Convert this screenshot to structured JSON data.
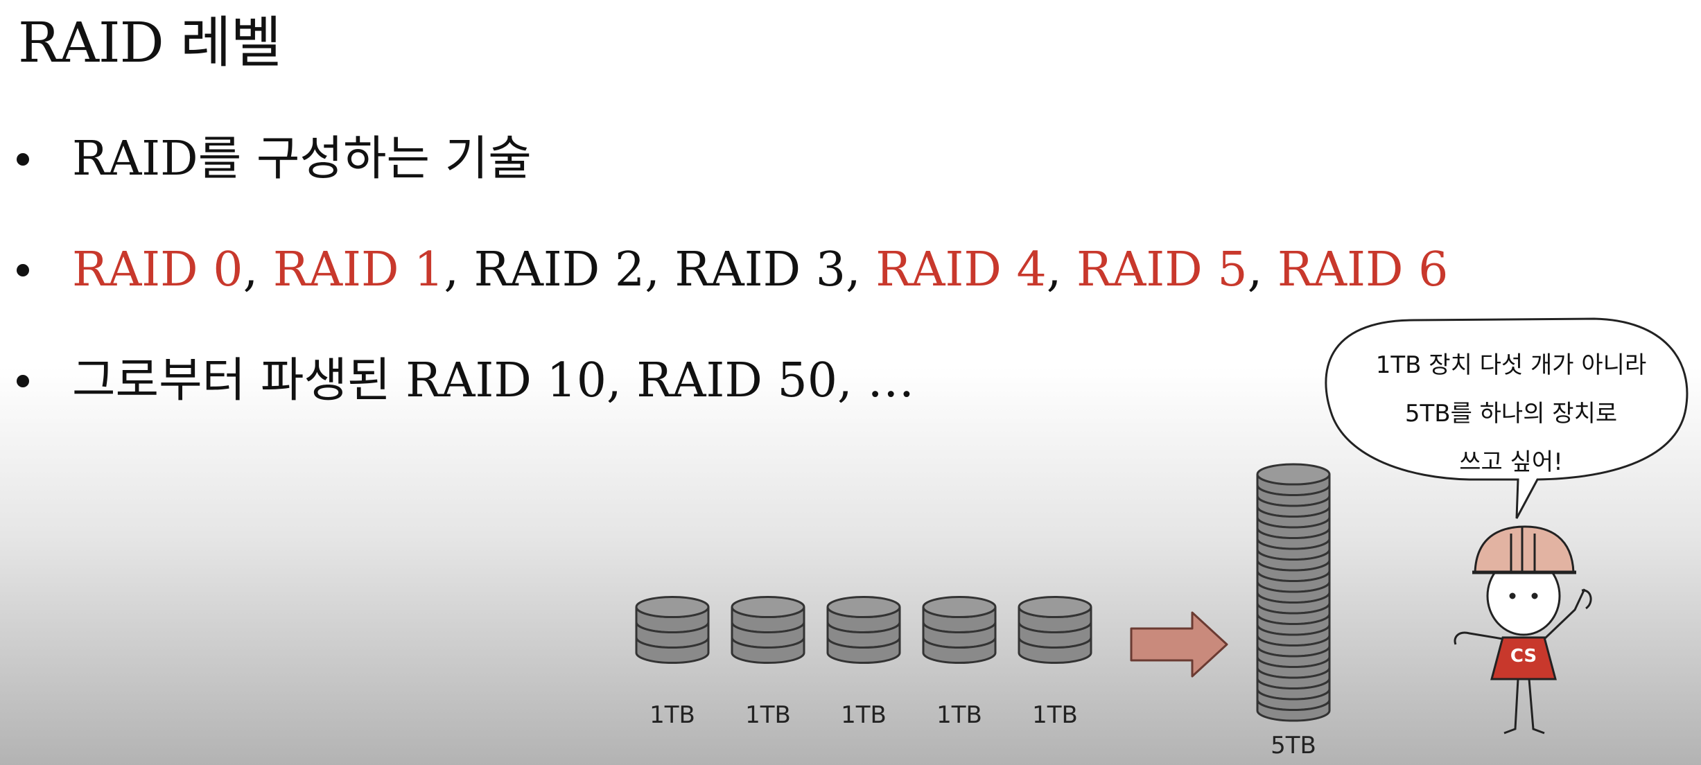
{
  "title": "RAID 레벨",
  "bullets": {
    "b1": "RAID를 구성하는 기술",
    "b2": [
      {
        "text": "RAID 0",
        "red": true
      },
      {
        "text": ", ",
        "red": false
      },
      {
        "text": "RAID 1",
        "red": true
      },
      {
        "text": ", RAID 2, RAID 3, ",
        "red": false
      },
      {
        "text": "RAID 4",
        "red": true
      },
      {
        "text": ", ",
        "red": false
      },
      {
        "text": "RAID 5",
        "red": true
      },
      {
        "text": ", ",
        "red": false
      },
      {
        "text": "RAID 6",
        "red": true
      }
    ],
    "b3": "그로부터 파생된 RAID 10, RAID 50, …"
  },
  "illustration": {
    "small_disk_labels": [
      "1TB",
      "1TB",
      "1TB",
      "1TB",
      "1TB"
    ],
    "big_disk_label": "5TB",
    "speech": [
      "1TB 장치 다섯 개가 아니라",
      "5TB를 하나의 장치로",
      "쓰고 싶어!"
    ],
    "shirt_text": "CS",
    "colors": {
      "accent_red": "#c8382c",
      "arrow": "#c98a7c",
      "disk": "#8a8a8a"
    }
  }
}
